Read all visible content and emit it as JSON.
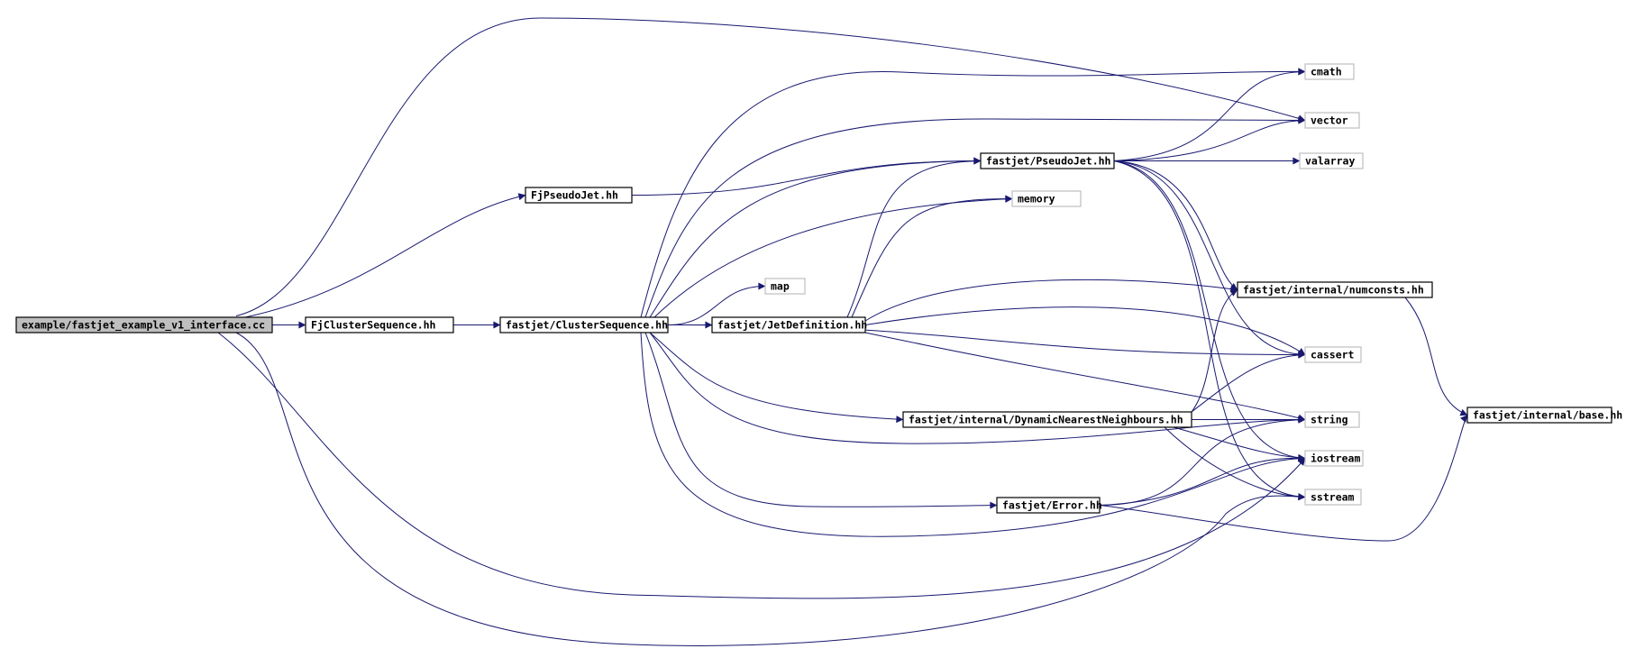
{
  "graph": {
    "colors": {
      "edge": "#191970",
      "root_fill": "#bfbfbf",
      "node_fill": "#ffffff",
      "node_border": "#000000",
      "external_border": "#bfbfbf"
    },
    "nodes": [
      {
        "id": "root",
        "label": "example/fastjet_example_v1_interface.cc",
        "kind": "root"
      },
      {
        "id": "fjcs",
        "label": "FjClusterSequence.hh",
        "kind": "header"
      },
      {
        "id": "fjpj",
        "label": "FjPseudoJet.hh",
        "kind": "header"
      },
      {
        "id": "cs",
        "label": "fastjet/ClusterSequence.hh",
        "kind": "header"
      },
      {
        "id": "jd",
        "label": "fastjet/JetDefinition.hh",
        "kind": "header"
      },
      {
        "id": "pj",
        "label": "fastjet/PseudoJet.hh",
        "kind": "header"
      },
      {
        "id": "dnn",
        "label": "fastjet/internal/DynamicNearestNeighbours.hh",
        "kind": "header"
      },
      {
        "id": "err",
        "label": "fastjet/Error.hh",
        "kind": "header"
      },
      {
        "id": "numc",
        "label": "fastjet/internal/numconsts.hh",
        "kind": "header"
      },
      {
        "id": "base",
        "label": "fastjet/internal/base.hh",
        "kind": "header"
      },
      {
        "id": "map",
        "label": "map",
        "kind": "external"
      },
      {
        "id": "memory",
        "label": "memory",
        "kind": "external"
      },
      {
        "id": "cmath",
        "label": "cmath",
        "kind": "external"
      },
      {
        "id": "vector",
        "label": "vector",
        "kind": "external"
      },
      {
        "id": "valarray",
        "label": "valarray",
        "kind": "external"
      },
      {
        "id": "cassert",
        "label": "cassert",
        "kind": "external"
      },
      {
        "id": "string",
        "label": "string",
        "kind": "external"
      },
      {
        "id": "iostream",
        "label": "iostream",
        "kind": "external"
      },
      {
        "id": "sstream",
        "label": "sstream",
        "kind": "external"
      }
    ],
    "edges": [
      {
        "from": "root",
        "to": "fjcs"
      },
      {
        "from": "root",
        "to": "fjpj"
      },
      {
        "from": "root",
        "to": "vector"
      },
      {
        "from": "root",
        "to": "iostream"
      },
      {
        "from": "root",
        "to": "sstream"
      },
      {
        "from": "fjcs",
        "to": "cs"
      },
      {
        "from": "fjpj",
        "to": "pj"
      },
      {
        "from": "cs",
        "to": "jd"
      },
      {
        "from": "cs",
        "to": "map"
      },
      {
        "from": "cs",
        "to": "memory"
      },
      {
        "from": "cs",
        "to": "pj"
      },
      {
        "from": "cs",
        "to": "cmath"
      },
      {
        "from": "cs",
        "to": "vector"
      },
      {
        "from": "cs",
        "to": "dnn"
      },
      {
        "from": "cs",
        "to": "err"
      },
      {
        "from": "cs",
        "to": "cassert"
      },
      {
        "from": "cs",
        "to": "string"
      },
      {
        "from": "cs",
        "to": "iostream"
      },
      {
        "from": "jd",
        "to": "pj"
      },
      {
        "from": "jd",
        "to": "memory"
      },
      {
        "from": "jd",
        "to": "numc"
      },
      {
        "from": "jd",
        "to": "cassert"
      },
      {
        "from": "jd",
        "to": "string"
      },
      {
        "from": "pj",
        "to": "cmath"
      },
      {
        "from": "pj",
        "to": "vector"
      },
      {
        "from": "pj",
        "to": "valarray"
      },
      {
        "from": "pj",
        "to": "numc"
      },
      {
        "from": "pj",
        "to": "cassert"
      },
      {
        "from": "pj",
        "to": "iostream"
      },
      {
        "from": "pj",
        "to": "sstream"
      },
      {
        "from": "dnn",
        "to": "numc"
      },
      {
        "from": "dnn",
        "to": "cassert"
      },
      {
        "from": "dnn",
        "to": "string"
      },
      {
        "from": "dnn",
        "to": "iostream"
      },
      {
        "from": "dnn",
        "to": "sstream"
      },
      {
        "from": "err",
        "to": "string"
      },
      {
        "from": "err",
        "to": "iostream"
      },
      {
        "from": "err",
        "to": "base"
      },
      {
        "from": "numc",
        "to": "base"
      }
    ]
  }
}
